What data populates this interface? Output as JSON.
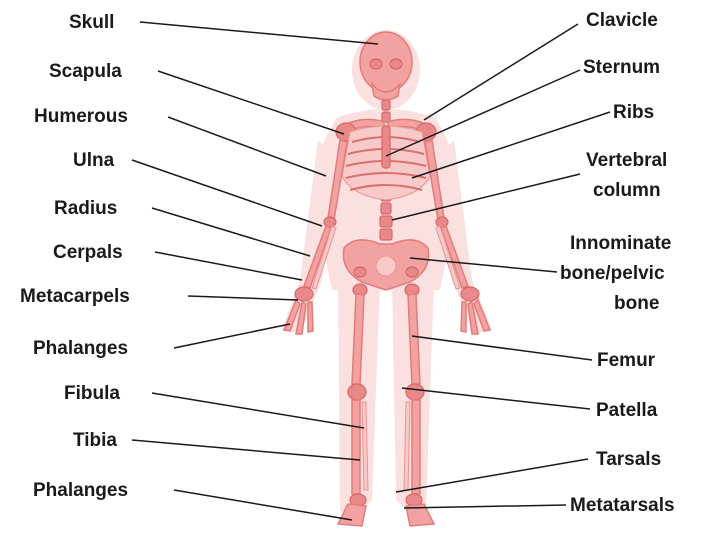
{
  "labels_left": [
    "Skull",
    "Scapula",
    "Humerous",
    "Ulna",
    "Radius",
    "Cerpals",
    "Metacarpels",
    "Phalanges",
    "Fibula",
    "Tibia",
    "Phalanges"
  ],
  "labels_right": [
    "Clavicle",
    "Sternum",
    "Ribs",
    "Vertebral",
    "column",
    "Innominate",
    "bone/pelvic",
    "bone",
    "Femur",
    "Patella",
    "Tarsals",
    "Metatarsals"
  ],
  "colors": {
    "bone": "#f3a2a2",
    "outline": "#e37b7b",
    "text": "#1a1a1a"
  }
}
